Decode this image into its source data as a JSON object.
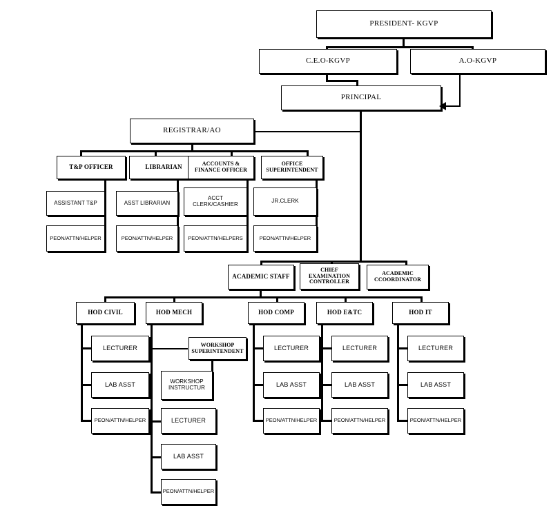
{
  "chart_data": {
    "type": "diagram",
    "title": "Organizational Hierarchy Chart - KGVP",
    "orientation": "top-down",
    "levels": 6
  },
  "nodes": {
    "president": "PRESIDENT- KGVP",
    "ceo": "C.E.O-KGVP",
    "ao": "A.O-KGVP",
    "principal": "PRINCIPAL",
    "registrar": "REGISTRAR/AO",
    "tp_officer": "T&P OFFICER",
    "librarian": "LIBRARIAN",
    "accounts_officer_l1": "ACCOUNTS &",
    "accounts_officer_l2": "FINANCE OFFICER",
    "office_supt_l1": "OFFICE",
    "office_supt_l2": "SUPERINTENDENT",
    "assistant_tp": "ASSISTANT T&P",
    "asst_librarian": "ASST LIBRARIAN",
    "acct_clerk_l1": "ACCT",
    "acct_clerk_l2": "CLERK/CASHIER",
    "jr_clerk": "JR.CLERK",
    "peon_tp": "PEON/ATTN/HELPER",
    "peon_lib": "PEON/ATTN/HELPER",
    "peon_acct": "PEON/ATTN/HELPERS",
    "peon_office": "PEON/ATTN/HELPER",
    "academic_staff": "ACADEMIC STAFF",
    "chief_exam_l1": "CHIEF",
    "chief_exam_l2": "EXAMINATION",
    "chief_exam_l3": "CONTROLLER",
    "academic_coord_l1": "ACADEMIC",
    "academic_coord_l2": "CCOORDINATOR",
    "hod_civil": "HOD CIVIL",
    "hod_mech": "HOD MECH",
    "hod_comp": "HOD COMP",
    "hod_etc": "HOD E&TC",
    "hod_it": "HOD IT",
    "civil_lecturer": "LECTURER",
    "civil_lab_asst": "LAB ASST",
    "civil_peon": "PEON/ATTN/HELPER",
    "workshop_supt_l1": "WORKSHOP",
    "workshop_supt_l2": "SUPERINTENDENT",
    "workshop_instr_l1": "WORKSHOP",
    "workshop_instr_l2": "INSTRUCTUR",
    "mech_lecturer": "LECTURER",
    "mech_lab_asst": "LAB ASST",
    "mech_peon": "PEON/ATTN/HELPER",
    "comp_lecturer": "LECTURER",
    "comp_lab_asst": "LAB ASST",
    "comp_peon": "PEON/ATTN/HELPER",
    "etc_lecturer": "LECTURER",
    "etc_lab_asst": "LAB ASST",
    "etc_peon": "PEON/ATTN/HELPER",
    "it_lecturer": "LECTURER",
    "it_lab_asst": "LAB ASST",
    "it_peon": "PEON/ATTN/HELPER"
  },
  "colors": {
    "background": "#ffffff",
    "box_fill": "#ffffff",
    "line": "#000000",
    "text": "#000000"
  }
}
